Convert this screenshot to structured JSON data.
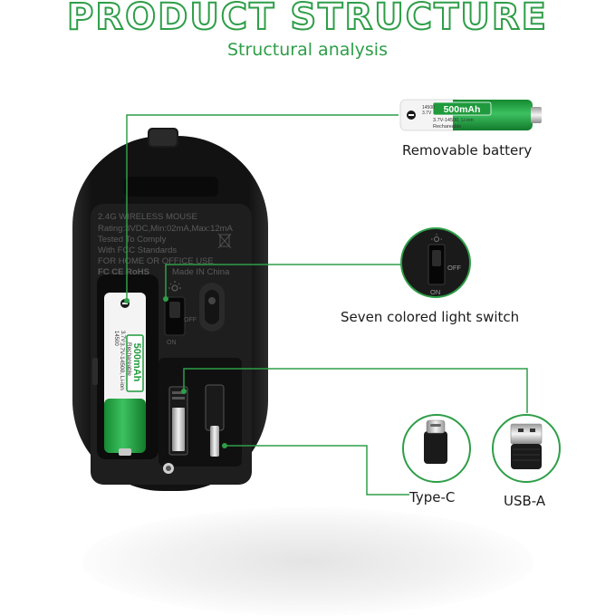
{
  "header": {
    "title": "PRODUCT STRUCTURE",
    "subtitle": "Structural analysis"
  },
  "callouts": {
    "battery": "Removable battery",
    "light_switch": "Seven colored light switch",
    "type_c": "Type-C",
    "usb_a": "USB-A"
  },
  "mouse_label": {
    "line1": "2.4G WIRELESS MOUSE",
    "line2": "Rating:3VDC,Min:02mA,Max:12mA",
    "line3": "Tested To Comply",
    "line4": "With FCC Standards",
    "line5": "FOR HOME OR OFFICE USE",
    "marks": "FC CE RoHS",
    "made_in": "Made IN China"
  },
  "battery": {
    "capacity": "500mAh",
    "model": "14500",
    "voltage": "3.7V",
    "spec_line": "3.7V-14500, Li-ion",
    "type": "Rechareable"
  },
  "switch": {
    "on": "ON",
    "off": "OFF"
  },
  "colors": {
    "accent": "#2e9e48",
    "battery_green": "#1f9a3c",
    "mouse_body": "#141414"
  }
}
